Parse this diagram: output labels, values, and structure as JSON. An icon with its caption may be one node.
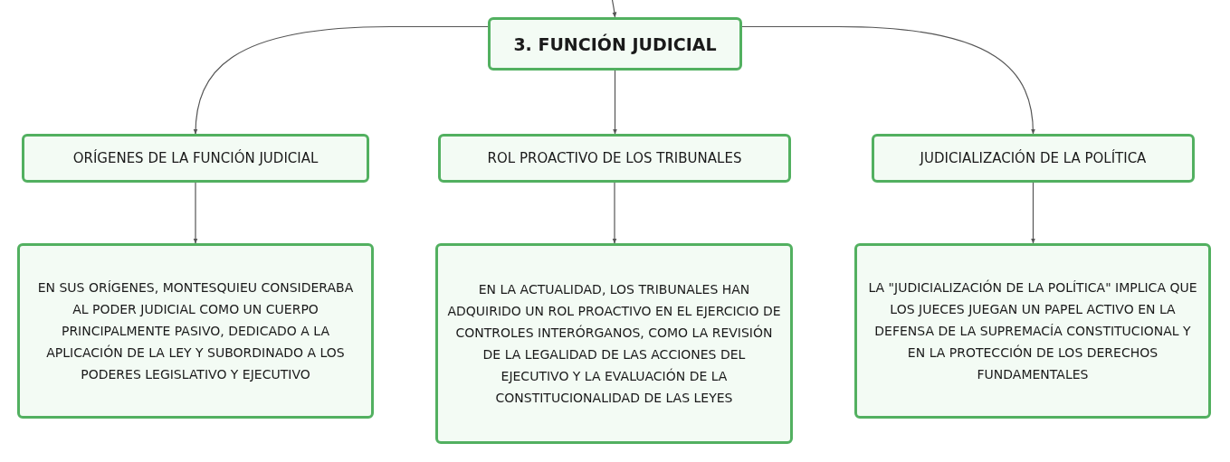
{
  "diagram": {
    "nodes": [
      {
        "text": [
          "3. FUNCIÓN JUDICIAL"
        ]
      },
      {
        "text": [
          "ORÍGENES DE LA FUNCIÓN JUDICIAL"
        ]
      },
      {
        "text": [
          "ROL PROACTIVO DE LOS TRIBUNALES"
        ]
      },
      {
        "text": [
          "JUDICIALIZACIÓN DE LA POLÍTICA"
        ]
      },
      {
        "text": [
          "EN SUS ORÍGENES, MONTESQUIEU CONSIDERABA AL PODER JUDICIAL COMO UN CUERPO PRINCIPALMENTE PASIVO, DEDICADO A LA APLICACIÓN DE LA LEY Y SUBORDINADO A LOS PODERES LEGISLATIVO Y EJECUTIVO"
        ]
      },
      {
        "text": [
          "EN LA ACTUALIDAD, LOS TRIBUNALES HAN ADQUIRIDO UN ROL PROACTIVO EN EL EJERCICIO DE CONTROLES INTERÓRGANOS, COMO LA REVISIÓN DE LA LEGALIDAD DE LAS ACCIONES DEL EJECUTIVO Y LA EVALUACIÓN DE LA CONSTITUCIONALIDAD DE LAS LEYES"
        ]
      },
      {
        "text": [
          "LA \"JUDICIALIZACIÓN DE LA POLÍTICA\" IMPLICA QUE LOS JUECES JUEGAN UN PAPEL ACTIVO EN LA DEFENSA DE LA SUPREMACÍA CONSTITUCIONAL Y EN LA PROTECCIÓN DE LOS DERECHOS FUNDAMENTALES"
        ]
      }
    ],
    "edges": [
      {
        "from": null,
        "to": 0,
        "arrow": "to"
      },
      {
        "from": 0,
        "to": 1,
        "arrow": "to"
      },
      {
        "from": 0,
        "to": 2,
        "arrow": "to"
      },
      {
        "from": 0,
        "to": 3,
        "arrow": "to"
      },
      {
        "from": 1,
        "to": 4,
        "arrow": "to"
      },
      {
        "from": 2,
        "to": 5,
        "arrow": "to"
      },
      {
        "from": 3,
        "to": 6,
        "arrow": "to"
      }
    ]
  }
}
